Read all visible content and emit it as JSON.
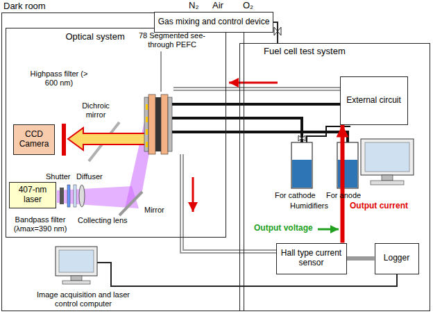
{
  "diagram": {
    "nodes": [
      {
        "text": [
          "Dark room"
        ]
      },
      {
        "text": [
          "Optical system"
        ],
        "in": 0
      },
      {
        "text": [
          "CCD Camera"
        ],
        "in": 1
      },
      {
        "text": [
          "407-nm laser"
        ],
        "in": 1
      },
      {
        "text": [
          "Gas mixing and control device"
        ]
      },
      {
        "text": [
          "Fuel cell test system"
        ]
      },
      {
        "text": [
          "External circuit"
        ],
        "in": 5
      },
      {
        "text": [
          "Hall type current sensor"
        ],
        "in": 5
      },
      {
        "text": [
          "Logger"
        ],
        "in": 5
      }
    ],
    "edges": [
      {
        "from": 4,
        "to": 5,
        "arrow": "none"
      },
      {
        "from": 7,
        "to": 6,
        "arrow": "to"
      },
      {
        "from": 7,
        "to": 8,
        "arrow": "none"
      }
    ],
    "labels": [
      "N₂",
      "Air",
      "O₂",
      "78 Segmented see-through PEFC",
      "Highpass filter (> 600 nm)",
      "Dichroic mirror",
      "Shutter",
      "Diffuser",
      "Bandpass filter (λmax=390 nm)",
      "Collecting lens",
      "Mirror",
      "For cathode",
      "For anode",
      "Humidifiers",
      "Output current",
      "Output voltage",
      "Image acquisition and laser control computer"
    ]
  }
}
